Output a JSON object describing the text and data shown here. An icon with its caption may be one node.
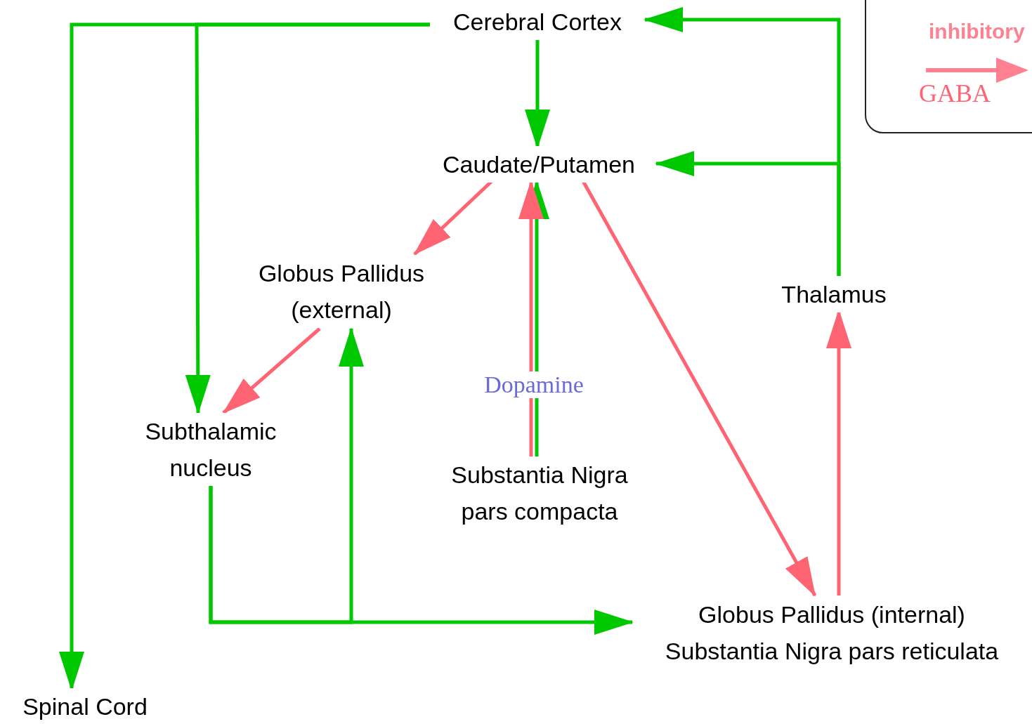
{
  "diagram": {
    "nodes": [
      {
        "text": [
          "Cerebral Cortex"
        ]
      },
      {
        "text": [
          "Caudate/Putamen"
        ]
      },
      {
        "text": [
          "Globus Pallidus (external)"
        ]
      },
      {
        "text": [
          "Thalamus"
        ]
      },
      {
        "text": [
          "Subthalamic nucleus"
        ]
      },
      {
        "text": [
          "Substantia Nigra pars compacta"
        ]
      },
      {
        "text": [
          "Globus Pallidus (internal)",
          "Substantia Nigra pars reticulata"
        ]
      },
      {
        "text": [
          "Spinal Cord"
        ]
      }
    ],
    "edges": [
      {
        "from": 0,
        "to": 1,
        "arrow": "to"
      },
      {
        "from": 0,
        "to": 4,
        "arrow": "to"
      },
      {
        "from": 0,
        "to": 7,
        "arrow": "to"
      },
      {
        "from": 3,
        "to": 0,
        "arrow": "to"
      },
      {
        "from": 3,
        "to": 1,
        "arrow": "to"
      },
      {
        "from": 4,
        "to": 6,
        "arrow": "to"
      },
      {
        "from": 4,
        "to": 2,
        "arrow": "to"
      },
      {
        "from": 5,
        "to": 1,
        "arrow": "to",
        "label": "Dopamine"
      },
      {
        "from": 1,
        "to": 2,
        "arrow": "to",
        "color": "#ff6473"
      },
      {
        "from": 2,
        "to": 4,
        "arrow": "to",
        "color": "#ff6473"
      },
      {
        "from": 5,
        "to": 1,
        "arrow": "to",
        "color": "#ff6473"
      },
      {
        "from": 1,
        "to": 6,
        "arrow": "to",
        "color": "#ff6473"
      },
      {
        "from": 6,
        "to": 3,
        "arrow": "to",
        "color": "#ff6473"
      }
    ],
    "labels": [
      "inhibitory"
    ],
    "legend": [
      {
        "text": "GABA"
      }
    ]
  }
}
